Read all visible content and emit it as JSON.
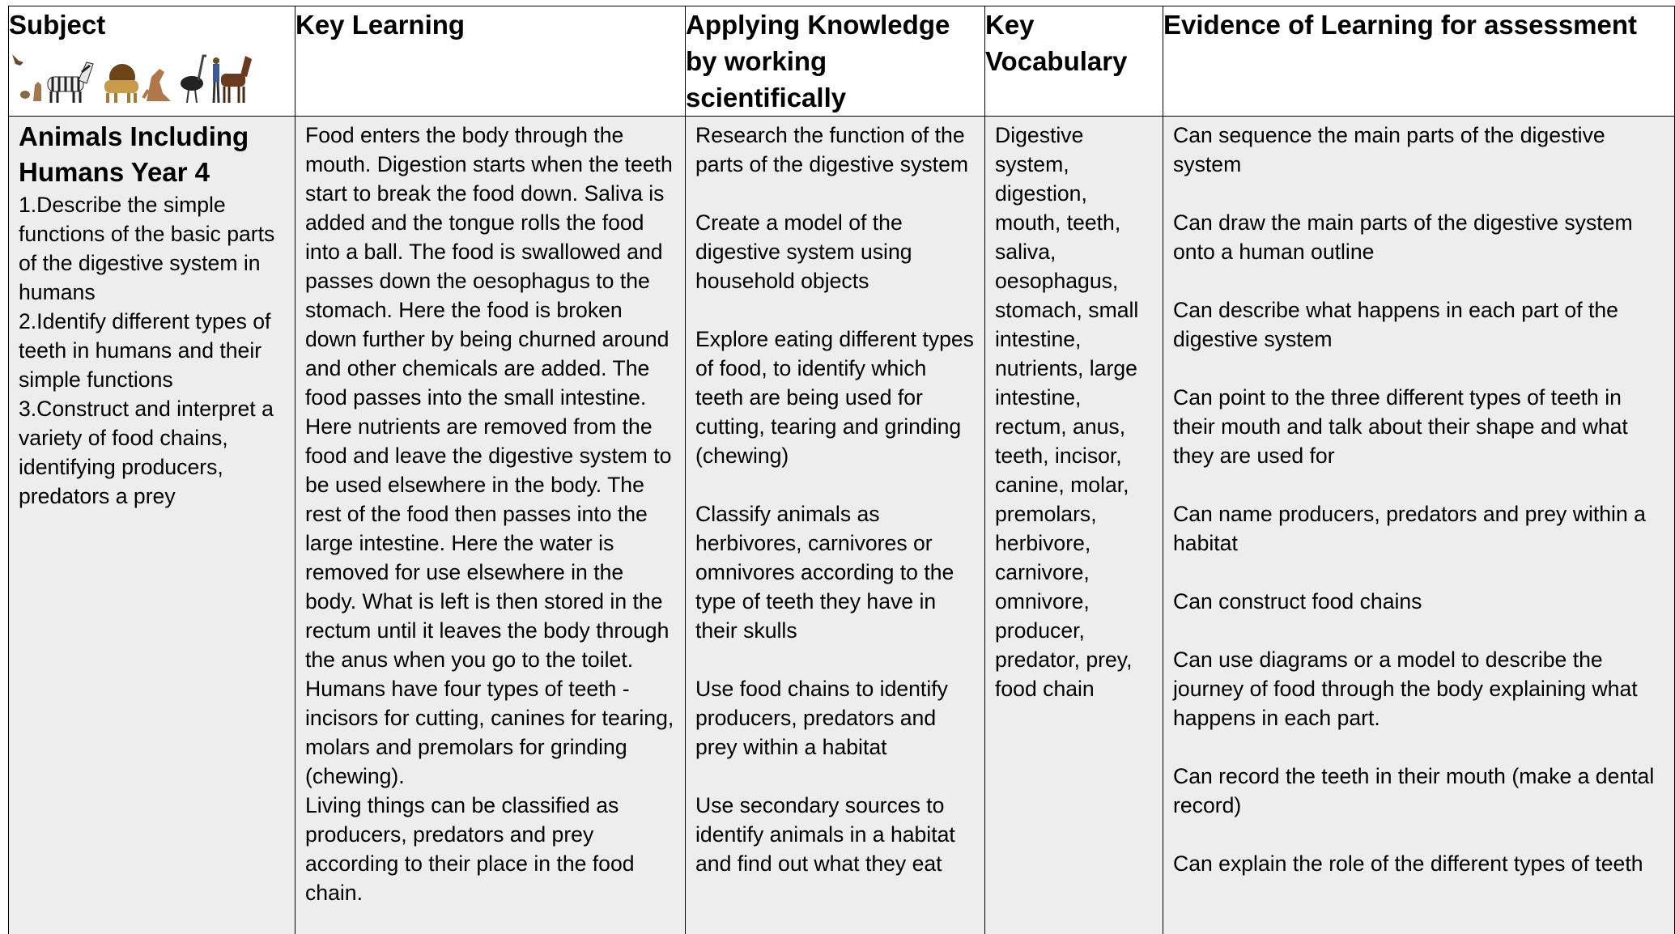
{
  "headers": {
    "subject": "Subject",
    "key_learning": "Key Learning",
    "applying": "Applying Knowledge by working scientifically",
    "vocabulary": "Key Vocabulary",
    "evidence": "Evidence of Learning for assessment"
  },
  "subject": {
    "title": "Animals Including Humans Year 4",
    "objectives": [
      "1.Describe the simple functions of the basic parts of the digestive system in humans",
      "2.Identify different types of teeth in humans and their simple functions",
      "3.Construct and interpret a variety of food chains, identifying producers, predators a prey"
    ]
  },
  "key_learning": {
    "paragraphs": [
      "Food enters the body through the mouth. Digestion starts when the teeth start to break the food down. Saliva is added and the tongue rolls the food into a ball. The food is swallowed and passes down the oesophagus to the stomach. Here the food is broken down further by being churned around and other chemicals are added. The food passes into the small intestine. Here nutrients are removed from the food and leave the digestive system to be used elsewhere in the body. The rest of the food then passes into the large intestine. Here the water is removed for use elsewhere in the body. What is left is then stored in the rectum until it leaves the body through the anus when you go to the toilet.",
      "Humans have four types of teeth - incisors for cutting, canines for tearing, molars and premolars for grinding (chewing).",
      "Living things can be classified as producers, predators and prey according to their place in the food chain."
    ]
  },
  "applying": {
    "items": [
      "Research the function of the parts of the digestive system",
      "Create a model of the digestive system using household objects",
      "Explore eating different types of food, to identify which teeth are being used for cutting, tearing and grinding (chewing)",
      "Classify animals as herbivores, carnivores or omnivores according to the type of teeth they have in their skulls",
      "Use food chains to identify producers, predators and prey within a habitat",
      "Use secondary sources to identify animals in a habitat and find out what they eat"
    ]
  },
  "vocabulary": {
    "text": "Digestive system, digestion, mouth, teeth, saliva, oesophagus, stomach, small intestine, nutrients, large intestine, rectum, anus, teeth, incisor, canine, molar, premolars, herbivore, carnivore, omnivore, producer, predator, prey, food chain"
  },
  "evidence": {
    "items": [
      "Can sequence the main parts of the digestive system",
      "Can draw the main parts of the digestive system onto a human outline",
      "Can describe what happens in each part of the digestive system",
      "Can point to the three different types of teeth in their mouth and talk about their shape and what they are used for",
      "Can name producers, predators and prey within a habitat",
      "Can construct food chains",
      "Can use diagrams or a model to describe the journey of food through the body explaining what happens in each part.",
      "Can record the teeth in their mouth (make a dental record)",
      "Can explain the role of the different types of teeth"
    ]
  }
}
